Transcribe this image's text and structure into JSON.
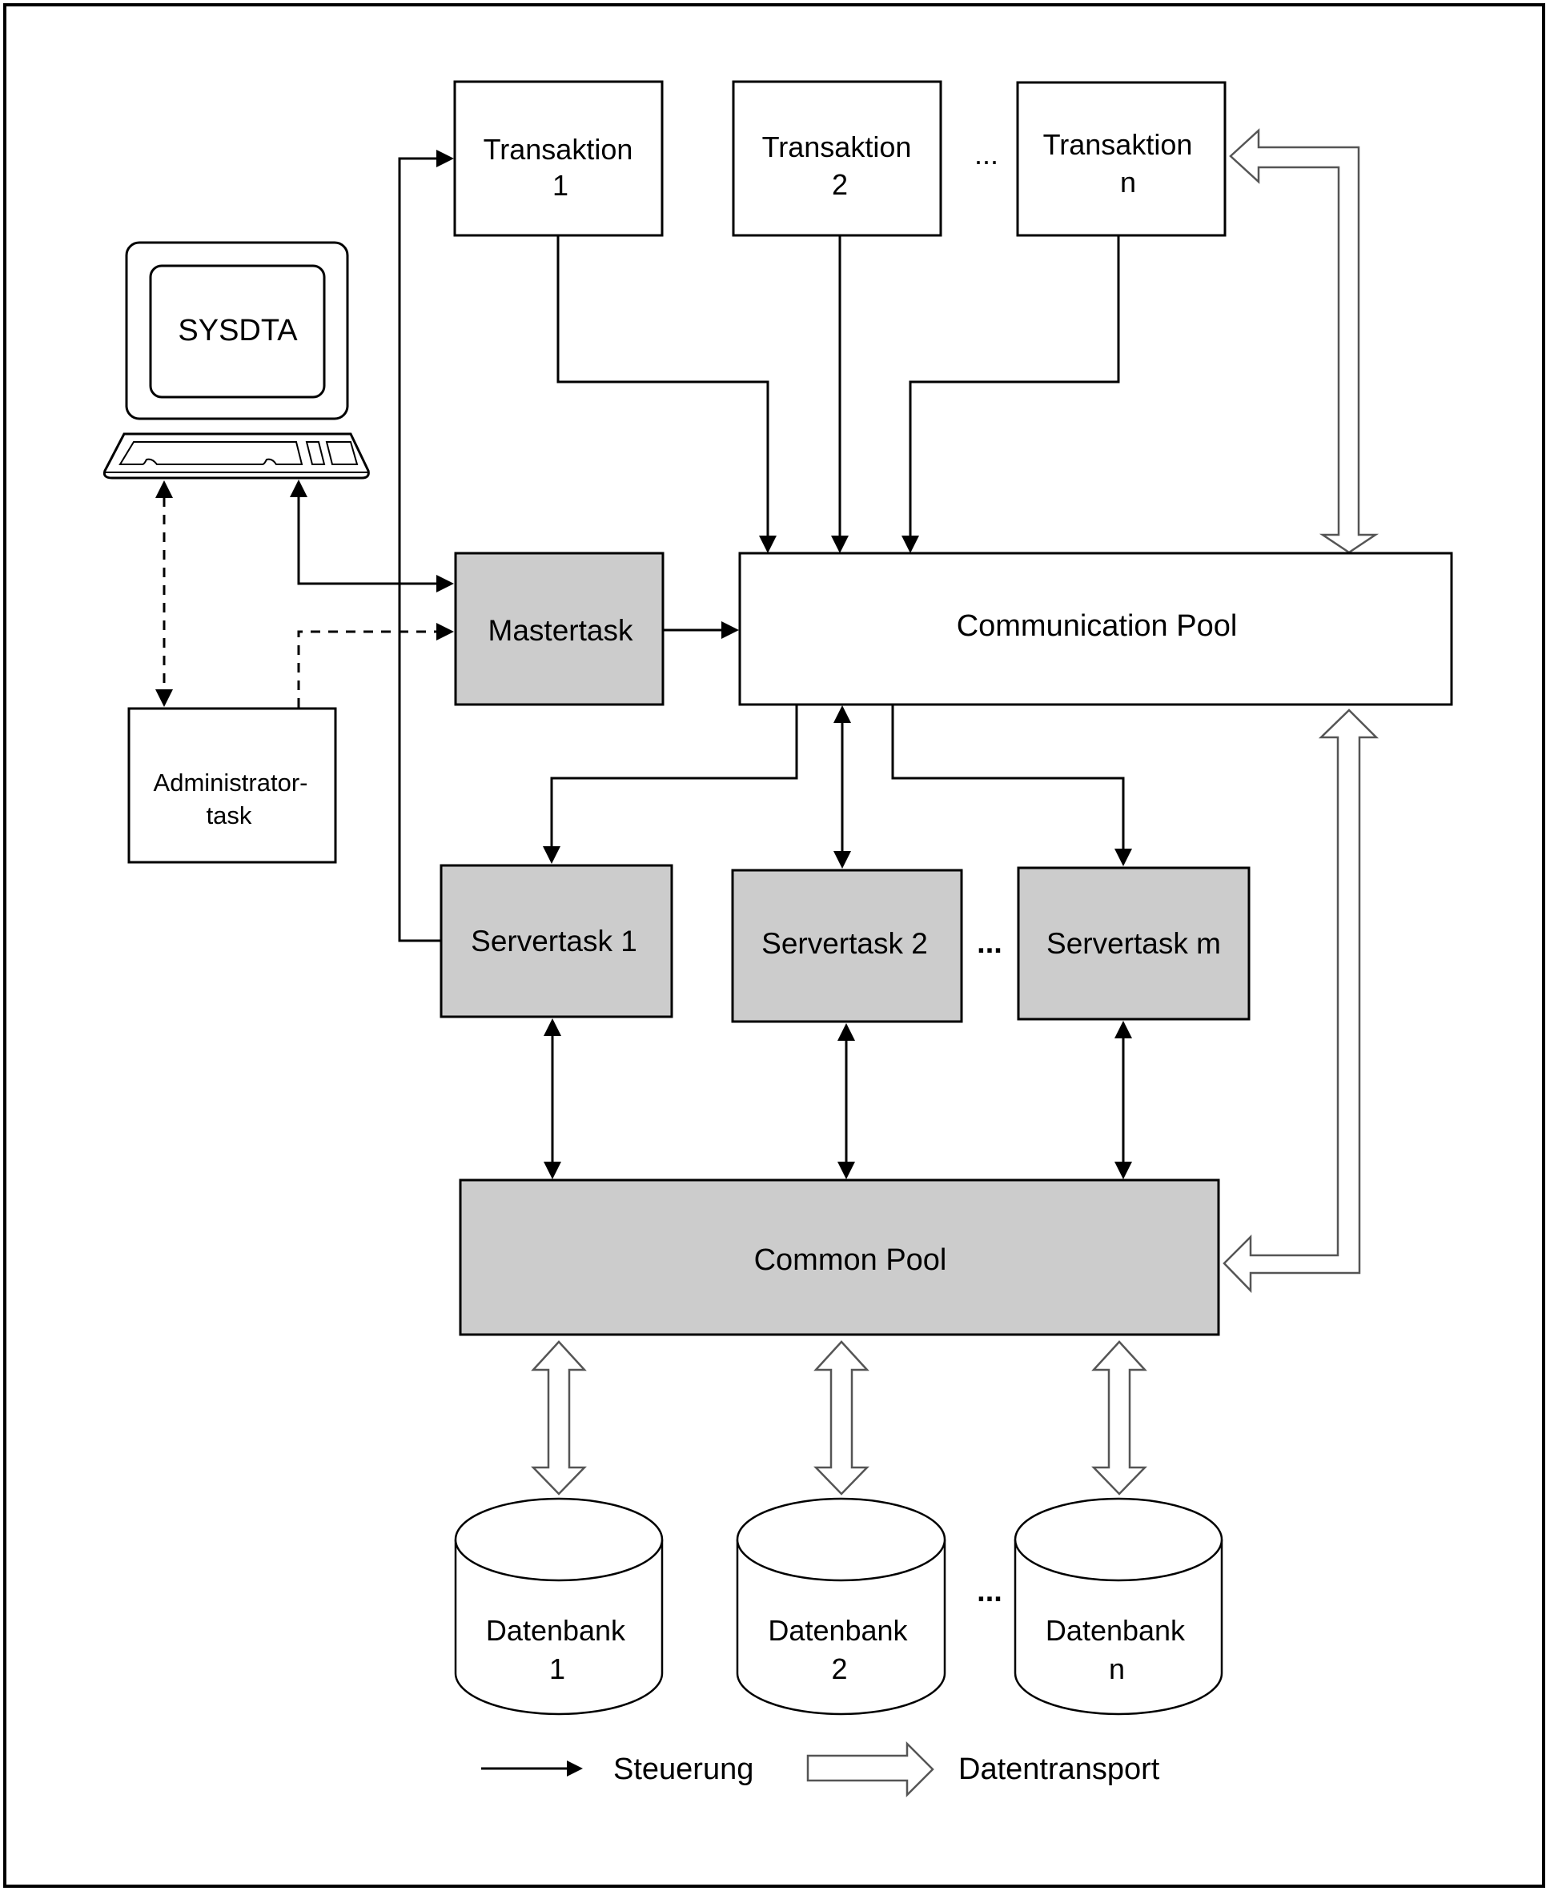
{
  "diagram": {
    "terminal": {
      "screen_label": "SYSDTA"
    },
    "transactions": [
      {
        "line1": "Transaktion",
        "line2": "1"
      },
      {
        "line1": "Transaktion",
        "line2": "2"
      },
      {
        "line1": "Transaktion",
        "line2": "n"
      }
    ],
    "transactions_ellipsis": "...",
    "mastertask": "Mastertask",
    "communication_pool": "Communication Pool",
    "administrator_task": {
      "line1": "Administrator-",
      "line2": "task"
    },
    "servertasks": [
      "Servertask 1",
      "Servertask 2",
      "Servertask m"
    ],
    "servertasks_ellipsis": "...",
    "common_pool": "Common Pool",
    "databases": [
      {
        "line1": "Datenbank",
        "line2": "1"
      },
      {
        "line1": "Datenbank",
        "line2": "2"
      },
      {
        "line1": "Datenbank",
        "line2": "n"
      }
    ],
    "databases_ellipsis": "...",
    "legend": {
      "control": "Steuerung",
      "data_transport": "Datentransport"
    },
    "colors": {
      "task_fill": "#cccccc",
      "pool_fill": "#ffffff",
      "line": "#000000"
    }
  }
}
